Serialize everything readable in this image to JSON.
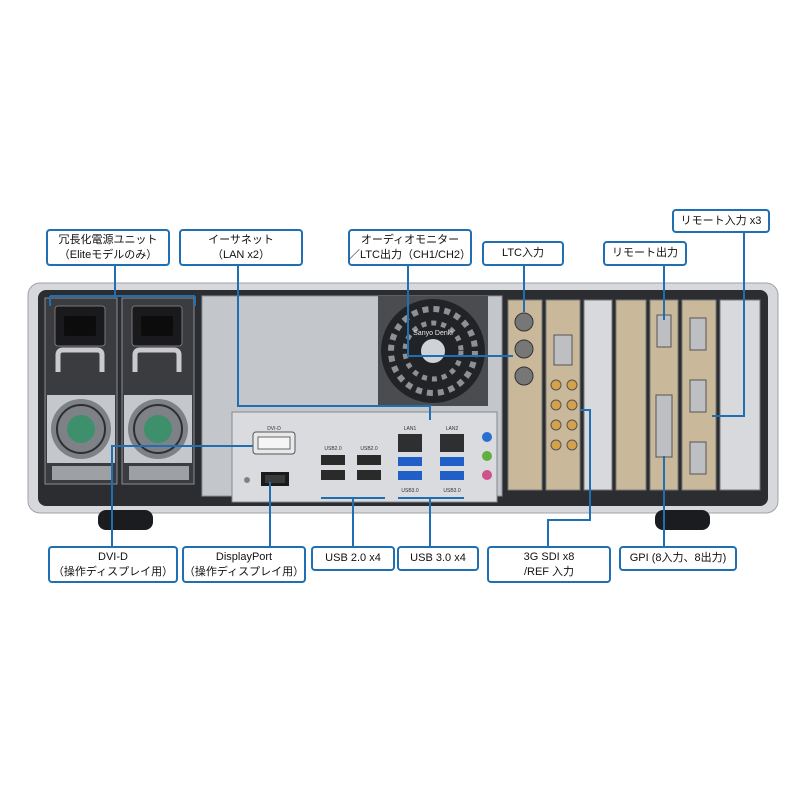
{
  "colors": {
    "callout_border": "#1f6fb2",
    "chassis": "#2b2d31",
    "chassis_edge": "#c9ccd0",
    "panel": "#b9bcc1"
  },
  "callouts": {
    "psu": {
      "line1": "冗長化電源ユニット",
      "line2": "（Eliteモデルのみ）"
    },
    "ethernet": {
      "line1": "イーサネット",
      "line2": "（LAN x2）"
    },
    "audio": {
      "line1": "オーディオモニター",
      "line2": "／LTC出力（CH1/CH2）"
    },
    "ltc_in": {
      "line1": "LTC入力"
    },
    "remote_out": {
      "line1": "リモート出力"
    },
    "remote_in": {
      "line1": "リモート入力 x3"
    },
    "dvi": {
      "line1": "DVI-D",
      "line2": "（操作ディスプレイ用）"
    },
    "displayport": {
      "line1": "DisplayPort",
      "line2": "（操作ディスプレイ用）"
    },
    "usb2": {
      "line1": "USB 2.0 x4"
    },
    "usb3": {
      "line1": "USB 3.0 x4"
    },
    "sdi": {
      "line1": "3G SDI x8",
      "line2": "/REF 入力"
    },
    "gpi": {
      "line1": "GPI (8入力、8出力)"
    }
  },
  "panel_labels": {
    "dvi": "DVI-D",
    "usb20_a": "USB2.0",
    "usb20_b": "USB2.0",
    "lan1": "LAN1",
    "lan2": "LAN2",
    "usb30_a": "USB3.0",
    "usb30_b": "USB3.0",
    "fan_brand": "Sanyo Denki"
  }
}
